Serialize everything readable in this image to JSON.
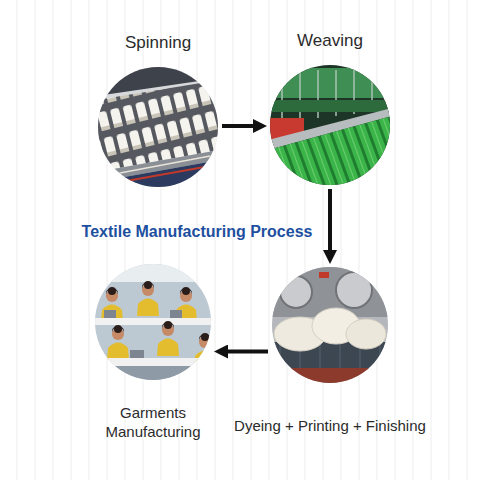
{
  "diagram": {
    "title": "Textile Manufacturing Process",
    "nodes": [
      {
        "text": [
          "Spinning"
        ]
      },
      {
        "text": [
          "Weaving"
        ]
      },
      {
        "text": [
          "Dyeing + Printing + Finishing"
        ]
      },
      {
        "text": [
          "Garments Manufacturing"
        ]
      }
    ],
    "edges": [
      {
        "from": 0,
        "to": 1,
        "arrow": "to"
      },
      {
        "from": 1,
        "to": 2,
        "arrow": "to"
      },
      {
        "from": 2,
        "to": 3,
        "arrow": "to"
      }
    ]
  }
}
